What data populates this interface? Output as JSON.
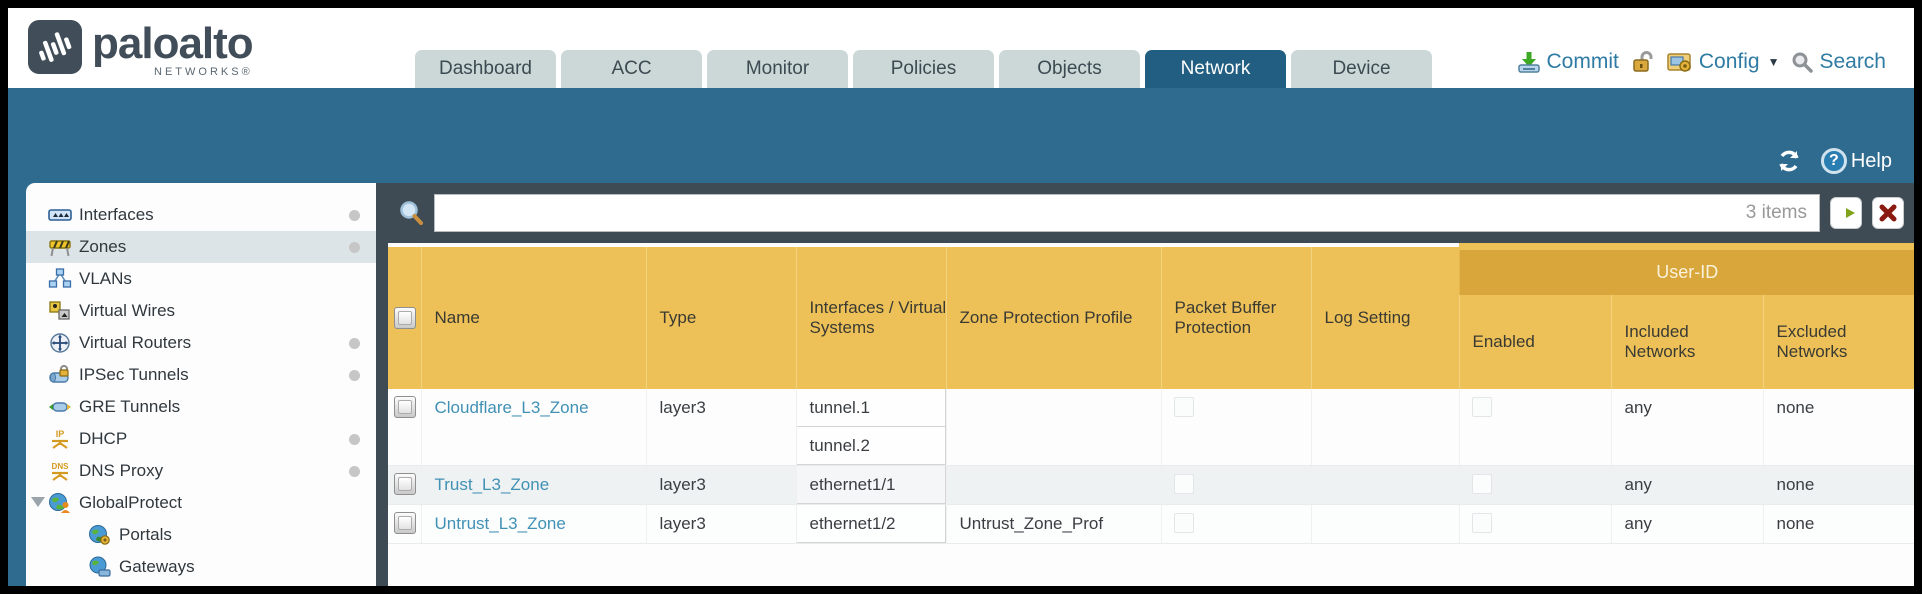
{
  "colors": {
    "teal_band": "#2e6b8e",
    "active_tab": "#215e81",
    "dark_slate": "#3e4b54",
    "header_amber": "#edc158",
    "user_id_amber": "#d9a63c",
    "link_blue": "#4191b5",
    "action_blue": "#2f7ba3"
  },
  "header": {
    "logo_brand": "paloalto",
    "logo_sub": "NETWORKS®",
    "tabs": [
      {
        "label": "Dashboard"
      },
      {
        "label": "ACC"
      },
      {
        "label": "Monitor"
      },
      {
        "label": "Policies"
      },
      {
        "label": "Objects"
      },
      {
        "label": "Network"
      },
      {
        "label": "Device"
      }
    ],
    "active_tab": "Network",
    "actions": {
      "commit": "Commit",
      "config": "Config",
      "search": "Search"
    }
  },
  "icons": {
    "caret_down": "▼",
    "help_glyph": "?"
  },
  "toolbar": {
    "help_label": "Help"
  },
  "sidebar": {
    "items": [
      {
        "label": "Interfaces",
        "has_dot": true
      },
      {
        "label": "Zones",
        "has_dot": true,
        "selected": true
      },
      {
        "label": "VLANs",
        "has_dot": false
      },
      {
        "label": "Virtual Wires",
        "has_dot": false
      },
      {
        "label": "Virtual Routers",
        "has_dot": true
      },
      {
        "label": "IPSec Tunnels",
        "has_dot": true
      },
      {
        "label": "GRE Tunnels",
        "has_dot": false
      },
      {
        "label": "DHCP",
        "has_dot": true
      },
      {
        "label": "DNS Proxy",
        "has_dot": true
      },
      {
        "label": "GlobalProtect",
        "has_dot": false,
        "expanded": true
      },
      {
        "label": "Portals",
        "has_dot": false,
        "child": true
      },
      {
        "label": "Gateways",
        "has_dot": false,
        "child": true
      }
    ]
  },
  "filter": {
    "value": "",
    "items_count": "3 items"
  },
  "table": {
    "user_id_group": "User-ID",
    "columns": [
      "Name",
      "Type",
      "Interfaces / Virtual Systems",
      "Zone Protection Profile",
      "Packet Buffer Protection",
      "Log Setting",
      "Enabled",
      "Included Networks",
      "Excluded Networks"
    ],
    "rows": [
      {
        "name": "Cloudflare_L3_Zone",
        "type": "layer3",
        "interfaces": [
          "tunnel.1",
          "tunnel.2"
        ],
        "zone_protection_profile": "",
        "log_setting": "",
        "included_networks": "any",
        "excluded_networks": "none"
      },
      {
        "name": "Trust_L3_Zone",
        "type": "layer3",
        "interfaces": [
          "ethernet1/1"
        ],
        "zone_protection_profile": "",
        "log_setting": "",
        "included_networks": "any",
        "excluded_networks": "none"
      },
      {
        "name": "Untrust_L3_Zone",
        "type": "layer3",
        "interfaces": [
          "ethernet1/2"
        ],
        "zone_protection_profile": "Untrust_Zone_Prof",
        "log_setting": "",
        "included_networks": "any",
        "excluded_networks": "none"
      }
    ]
  }
}
